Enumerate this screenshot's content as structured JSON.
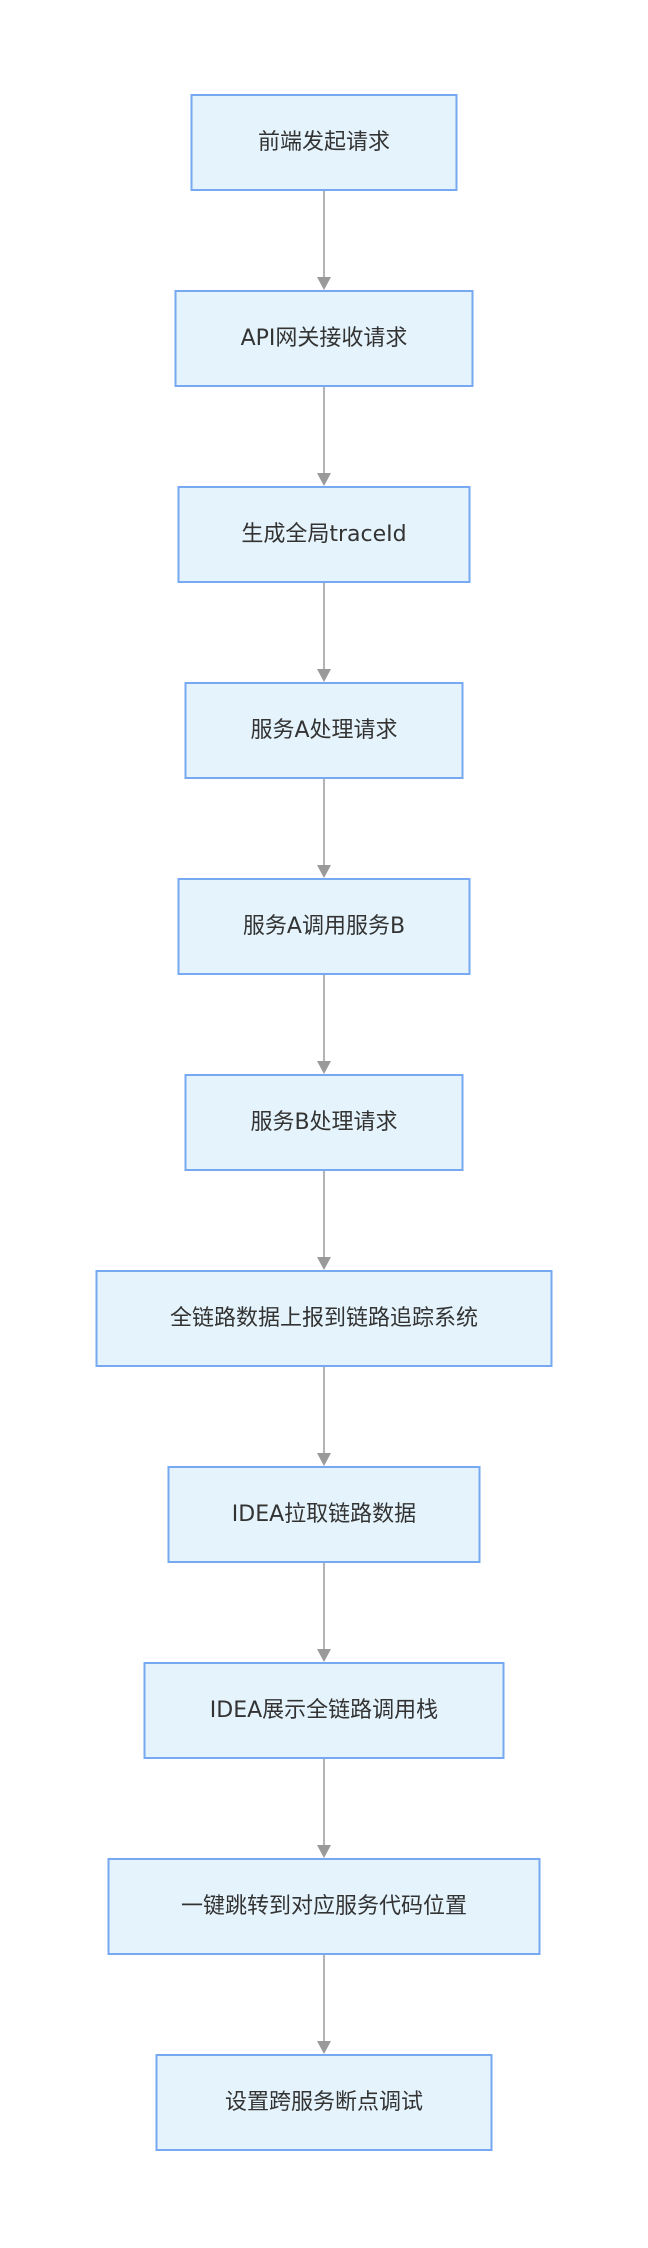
{
  "diagram": {
    "type": "flowchart",
    "direction": "top-to-bottom",
    "colors": {
      "node_fill": "#e5f4fc",
      "node_border": "#76a9f2",
      "text": "#333333",
      "edge": "#9a9a9a"
    },
    "nodes": [
      {
        "id": "n1",
        "label": "前端发起请求"
      },
      {
        "id": "n2",
        "label": "API网关接收请求"
      },
      {
        "id": "n3",
        "label": "生成全局traceId"
      },
      {
        "id": "n4",
        "label": "服务A处理请求"
      },
      {
        "id": "n5",
        "label": "服务A调用服务B"
      },
      {
        "id": "n6",
        "label": "服务B处理请求"
      },
      {
        "id": "n7",
        "label": "全链路数据上报到链路追踪系统"
      },
      {
        "id": "n8",
        "label": "IDEA拉取链路数据"
      },
      {
        "id": "n9",
        "label": "IDEA展示全链路调用栈"
      },
      {
        "id": "n10",
        "label": "一键跳转到对应服务代码位置"
      },
      {
        "id": "n11",
        "label": "设置跨服务断点调试"
      }
    ],
    "edges": [
      {
        "from": "n1",
        "to": "n2"
      },
      {
        "from": "n2",
        "to": "n3"
      },
      {
        "from": "n3",
        "to": "n4"
      },
      {
        "from": "n4",
        "to": "n5"
      },
      {
        "from": "n5",
        "to": "n6"
      },
      {
        "from": "n6",
        "to": "n7"
      },
      {
        "from": "n7",
        "to": "n8"
      },
      {
        "from": "n8",
        "to": "n9"
      },
      {
        "from": "n9",
        "to": "n10"
      },
      {
        "from": "n10",
        "to": "n11"
      }
    ]
  }
}
